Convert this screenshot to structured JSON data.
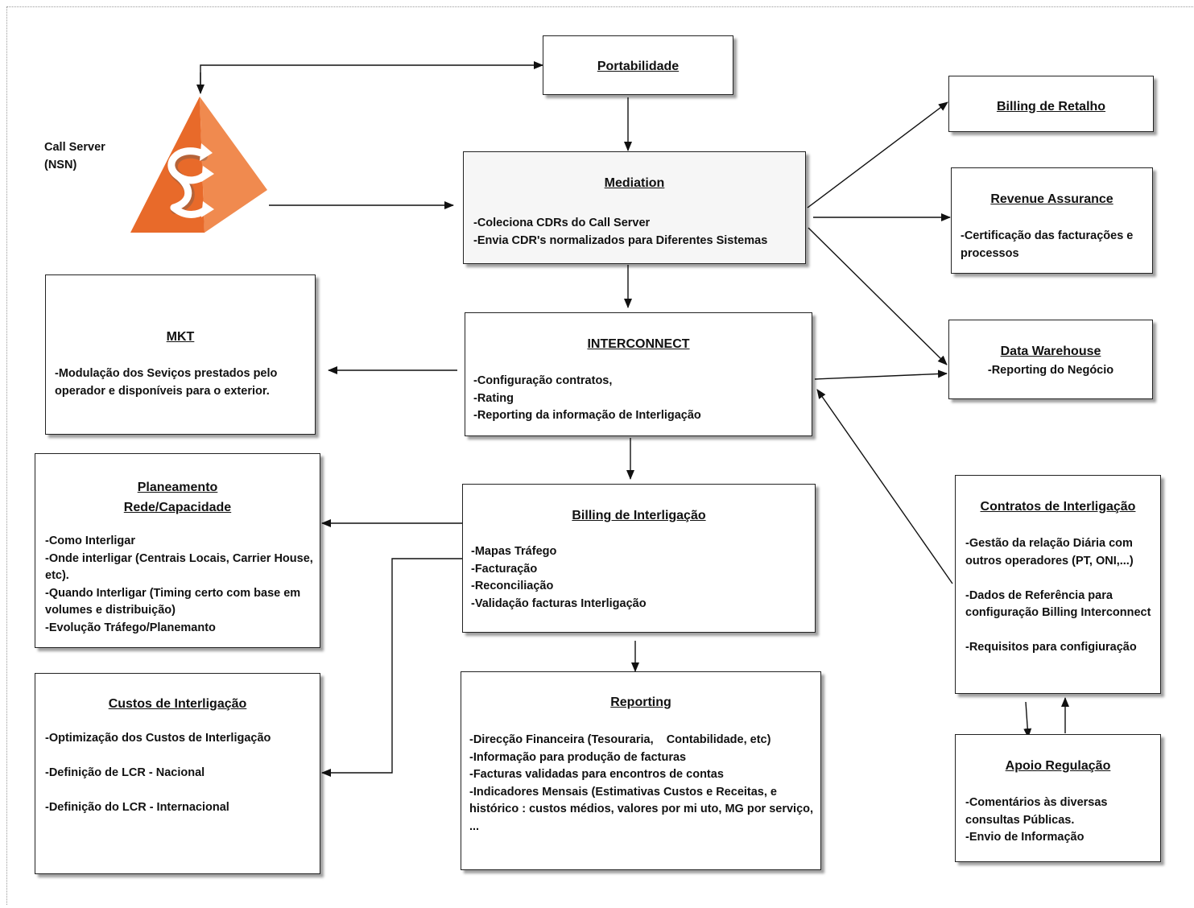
{
  "call_server": {
    "label_line1": "Call Server",
    "label_line2": "(NSN)",
    "icon": "orange-pyramid-icon"
  },
  "boxes": {
    "portabilidade": {
      "title": "Portabilidade"
    },
    "billing_retalho": {
      "title": "Billing de Retalho"
    },
    "mediation": {
      "title": "Mediation",
      "lines": [
        "-Coleciona CDRs do Call Server",
        "-Envia CDR's normalizados para Diferentes Sistemas"
      ]
    },
    "revenue_assurance": {
      "title": "Revenue Assurance",
      "lines": [
        "-Certificação das facturações e processos"
      ]
    },
    "mkt": {
      "title": "MKT",
      "lines": [
        "-Modulação dos Seviços prestados pelo operador e disponíveis para o exterior."
      ]
    },
    "interconnect": {
      "title": "INTERCONNECT",
      "lines": [
        "-Configuração contratos,",
        "-Rating",
        "-Reporting da informação de  Interligação"
      ]
    },
    "data_warehouse": {
      "title": "Data Warehouse",
      "lines": [
        "-Reporting do Negócio"
      ]
    },
    "planeamento": {
      "title_line1": "Planeamento",
      "title_line2": "Rede/Capacidade",
      "lines": [
        "-Como Interligar",
        "-Onde interligar (Centrais Locais, Carrier House, etc).",
        "-Quando Interligar (Timing certo com base em volumes e distribuição)",
        "-Evolução Tráfego/Planemanto"
      ]
    },
    "billing_interligacao": {
      "title": "Billing de Interligação",
      "lines": [
        "-Mapas Tráfego",
        "-Facturação",
        "-Reconciliação",
        "-Validação facturas Interligação"
      ]
    },
    "contratos": {
      "title": "Contratos de Interligação",
      "lines": [
        "-Gestão da relação Diária com outros operadores (PT, ONI,...)",
        "",
        "-Dados de Referência para configuração Billing Interconnect",
        "",
        "-Requisitos para configiuração"
      ]
    },
    "custos": {
      "title": "Custos de Interligação",
      "lines": [
        "-Optimização dos Custos de Interligação",
        "",
        "-Definição de LCR - Nacional",
        "",
        "-Definição do LCR - Internacional"
      ]
    },
    "reporting": {
      "title": "Reporting",
      "lines": [
        "-Direcção Financeira (Tesouraria,    Contabilidade, etc)",
        "-Informação para produção de facturas",
        "-Facturas validadas para encontros de contas",
        "-Indicadores Mensais (Estimativas  Custos e Receitas, e histórico : custos médios, valores por mi uto,  MG por serviço, ..."
      ]
    },
    "apoio_regulacao": {
      "title": "Apoio Regulação",
      "lines": [
        "-Comentários  às diversas consultas Públicas.",
        "-Envio de Informação"
      ]
    }
  }
}
